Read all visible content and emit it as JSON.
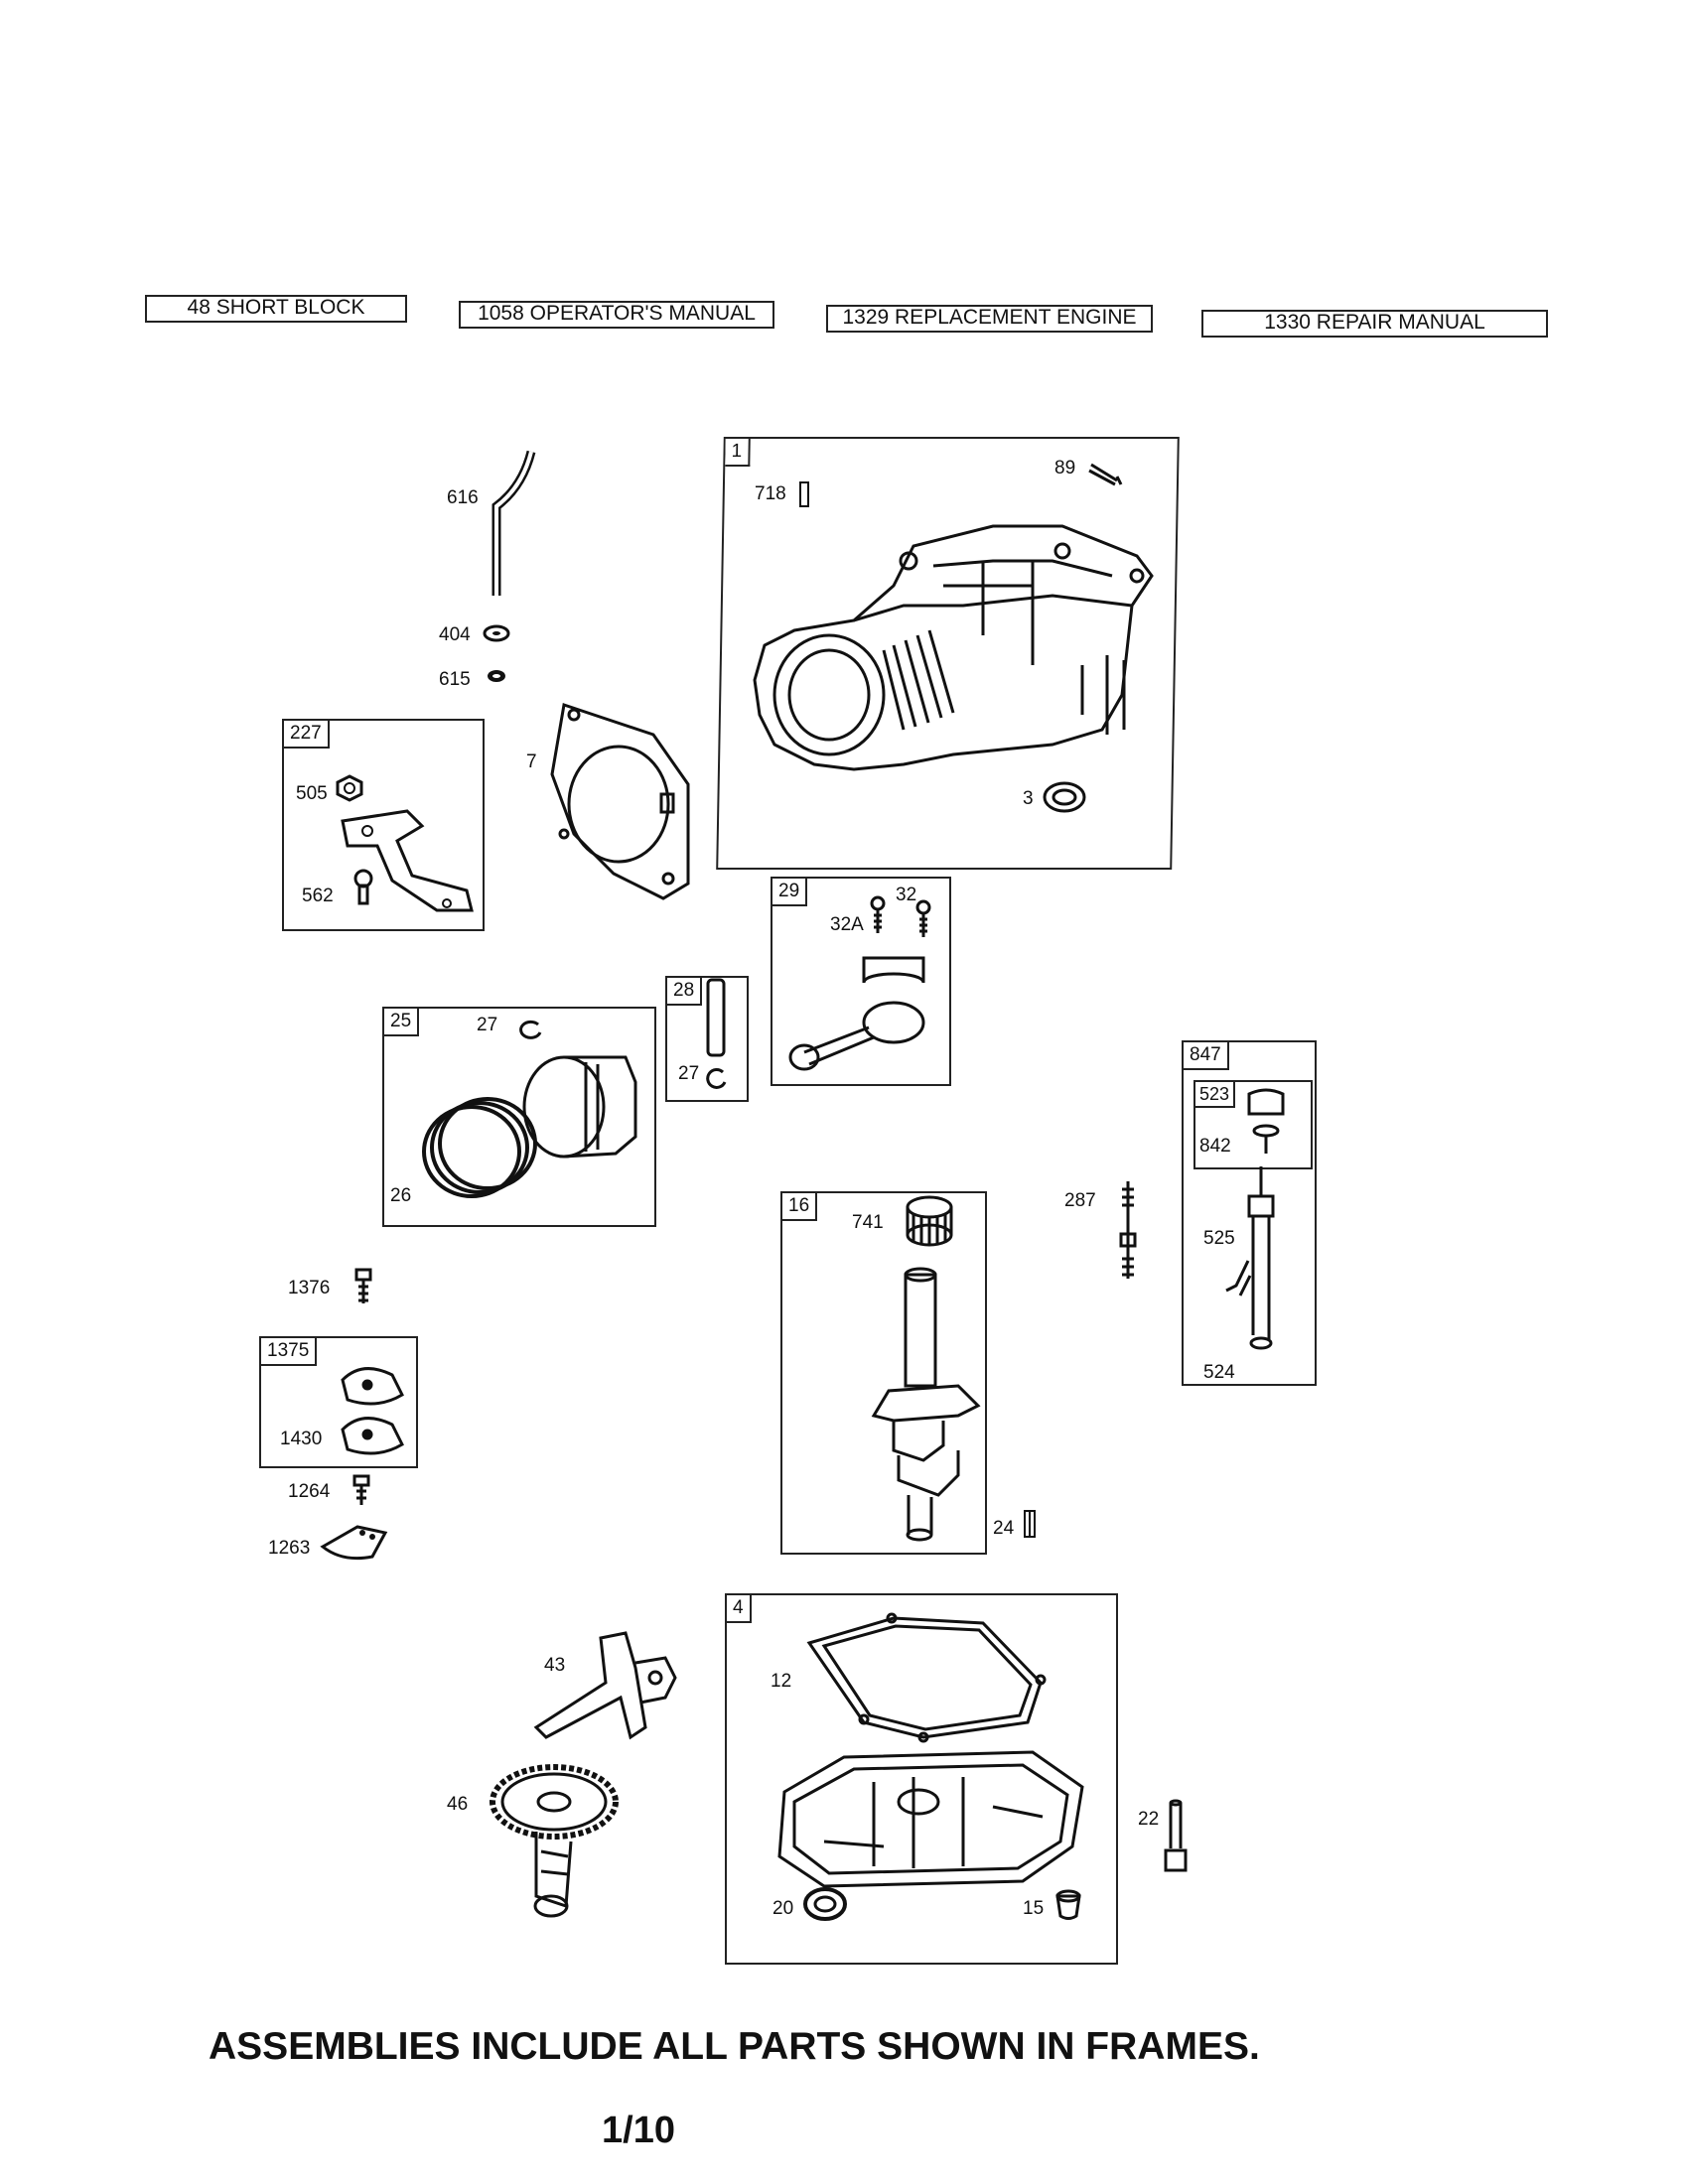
{
  "reference_boxes": [
    {
      "text": "48 SHORT BLOCK"
    },
    {
      "text": "1058 OPERATOR'S MANUAL"
    },
    {
      "text": "1329 REPLACEMENT ENGINE"
    },
    {
      "text": "1330 REPAIR MANUAL"
    }
  ],
  "frames": {
    "f1": "1",
    "f227": "227",
    "f29": "29",
    "f28": "28",
    "f25": "25",
    "f847": "847",
    "f523": "523",
    "f16": "16",
    "f1375": "1375",
    "f4": "4"
  },
  "labels": {
    "l616": "616",
    "l404": "404",
    "l615": "615",
    "l7": "7",
    "l505": "505",
    "l562": "562",
    "l718": "718",
    "l89": "89",
    "l3": "3",
    "l32": "32",
    "l32A": "32A",
    "l27a": "27",
    "l27b": "27",
    "l26": "26",
    "l842": "842",
    "l525": "525",
    "l524": "524",
    "l287": "287",
    "l741": "741",
    "l24": "24",
    "l1376": "1376",
    "l1430": "1430",
    "l1264": "1264",
    "l1263": "1263",
    "l43": "43",
    "l46": "46",
    "l12": "12",
    "l20": "20",
    "l15": "15",
    "l22": "22"
  },
  "footer": {
    "note": "ASSEMBLIES INCLUDE ALL PARTS SHOWN IN FRAMES.",
    "page": "1/10"
  }
}
